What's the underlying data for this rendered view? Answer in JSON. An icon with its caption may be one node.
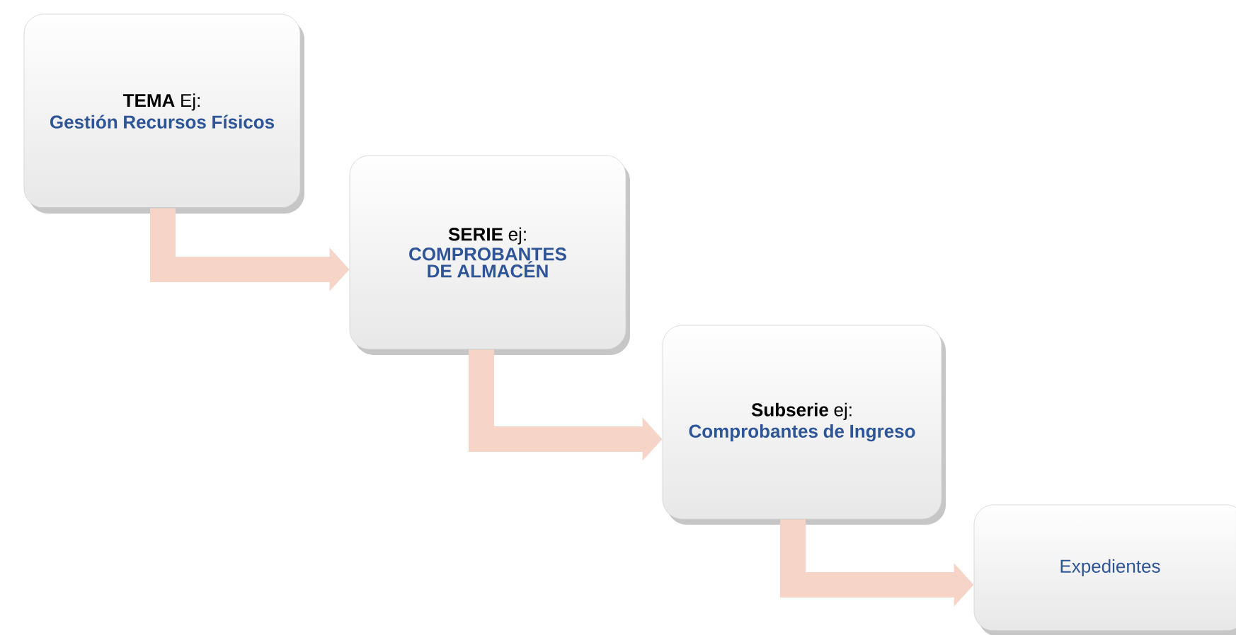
{
  "diagram": {
    "nodes": [
      {
        "text": [
          "**TEMA** Ej:",
          "Gestión Recursos Físicos"
        ]
      },
      {
        "text": [
          "**SERIE** ej:",
          "COMPROBANTES DE ALMACÉN"
        ]
      },
      {
        "text": [
          "**Subserie** ej:",
          "Comprobantes de Ingreso"
        ]
      },
      {
        "text": [
          "Expedientes"
        ]
      }
    ],
    "edges": [
      {
        "from": 0,
        "to": 1,
        "arrow": "to"
      },
      {
        "from": 1,
        "to": 2,
        "arrow": "to"
      },
      {
        "from": 2,
        "to": 3,
        "arrow": "to"
      }
    ]
  }
}
